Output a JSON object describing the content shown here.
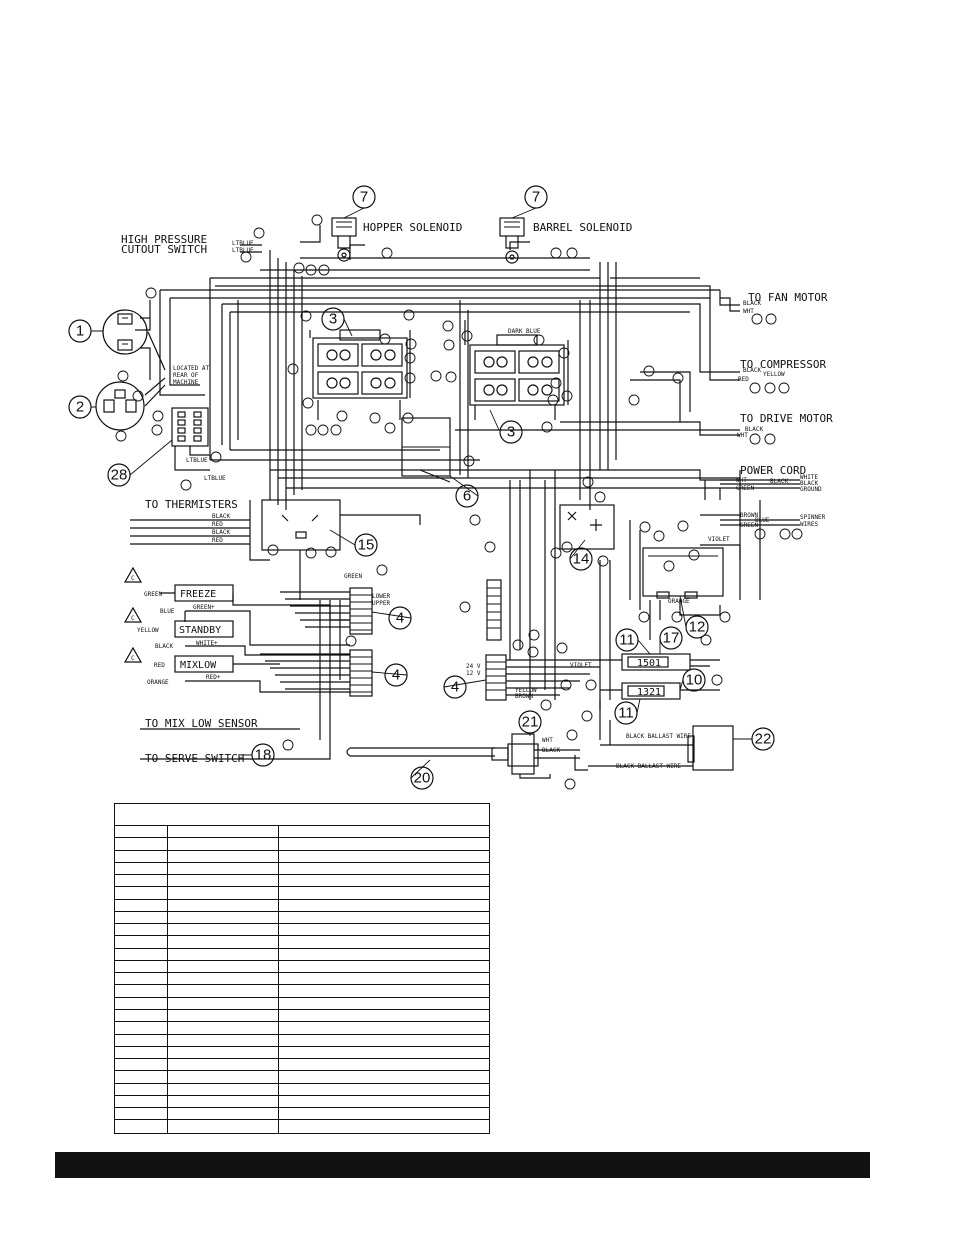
{
  "wire_labels": {
    "high_pressure": "HIGH PRESSURE",
    "cutout_switch": "CUTOUT SWITCH",
    "hopper_solenoid": "HOPPER SOLENOID",
    "barrel_solenoid": "BARREL SOLENOID",
    "to_fan_motor": "TO FAN MOTOR",
    "to_compressor": "TO COMPRESSOR",
    "to_drive_motor": "TO DRIVE MOTOR",
    "power_cord": "POWER CORD",
    "to_thermisters": "TO THERMISTERS",
    "spinner_wires_1": "SPINNER",
    "spinner_wires_2": "WIRES",
    "located_1": "LOCATED AT",
    "located_2": "REAR OF",
    "located_3": "MACHINE",
    "lower": "LOWER",
    "upper": "UPPER",
    "v24": "24 V",
    "v12": "12 V",
    "to_mix_low_sensor": "TO MIX LOW SENSOR",
    "to_serve_switch": "TO SERVE SWITCH",
    "freeze": "FREEZE",
    "standby": "STANDBY",
    "mixlow": "MIXLOW",
    "green": "GREEN",
    "blue": "BLUE",
    "yellow": "YELLOW",
    "black": "BLACK",
    "red": "RED",
    "orange": "ORANGE",
    "green_plus": "GREEN+",
    "white_plus": "WHITE+",
    "red_plus": "RED+",
    "c_mark": "C",
    "wire_black": "BLACK",
    "wire_red": "RED",
    "wire_yellow": "YELLOW",
    "wire_wht": "WHT",
    "wire_white": "WHITE",
    "wire_ground": "GROUND",
    "wire_green": "GREEN",
    "wire_brown": "BROWN",
    "wire_blue": "BLUE",
    "wire_violet": "VIOLET",
    "wire_ltblue": "LTBLUE",
    "wire_orange": "ORANGE",
    "dark_blue": "DARK BLUE",
    "black_ballast_wire": "BLACK BALLAST WIRE",
    "timer_1501": "1501",
    "timer_1321": "1321"
  },
  "ref_bubbles": [
    "1",
    "2",
    "3",
    "4",
    "6",
    "7",
    "10",
    "11",
    "12",
    "14",
    "15",
    "17",
    "18",
    "20",
    "21",
    "22",
    "28"
  ],
  "legend_table": {
    "rows": 25,
    "columns": 3
  }
}
